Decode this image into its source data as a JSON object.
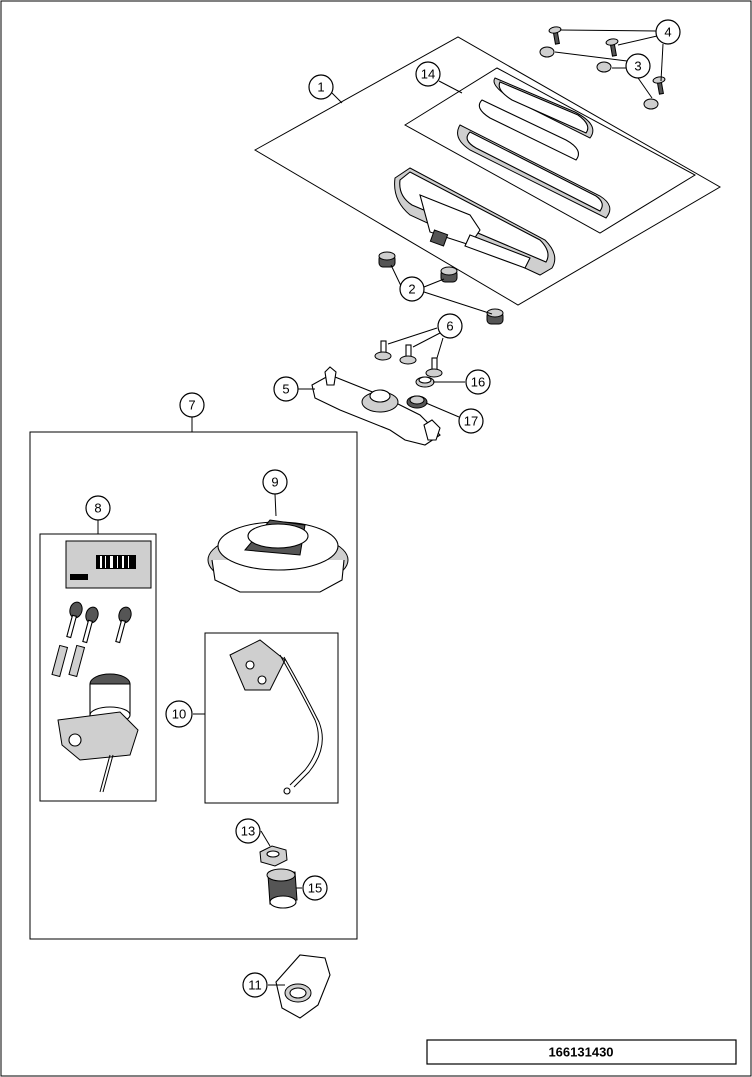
{
  "drawing_number": "166131430",
  "callouts": {
    "c1": "1",
    "c2": "2",
    "c3": "3",
    "c4": "4",
    "c5": "5",
    "c6": "6",
    "c7": "7",
    "c8": "8",
    "c9": "9",
    "c10": "10",
    "c11": "11",
    "c13": "13",
    "c14": "14",
    "c15": "15",
    "c16": "16",
    "c17": "17"
  }
}
